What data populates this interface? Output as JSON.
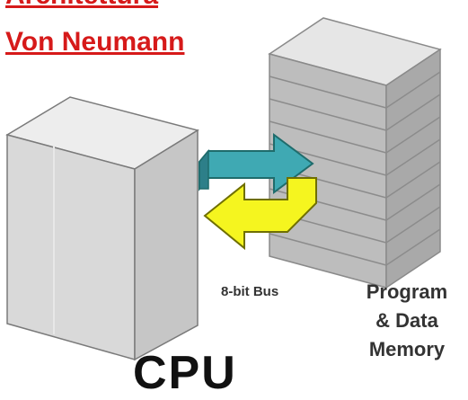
{
  "title": {
    "line1": "Architettura",
    "line2": "Von Neumann"
  },
  "labels": {
    "bus": "8-bit Bus",
    "memory_line1": "Program",
    "memory_line2": "& Data",
    "memory_line3": "Memory",
    "cpu": "CPU"
  },
  "colors": {
    "title": "#d61a1a",
    "cpu_front": "#d9d9d9",
    "memory_front": "#bdbdbd",
    "arrow_cyan": "#3fa9b3",
    "arrow_yellow": "#f5f51f"
  },
  "icons": {
    "cpu": "cpu-box-icon",
    "memory": "memory-stack-icon",
    "bus": "bidirectional-arrow-icon"
  }
}
